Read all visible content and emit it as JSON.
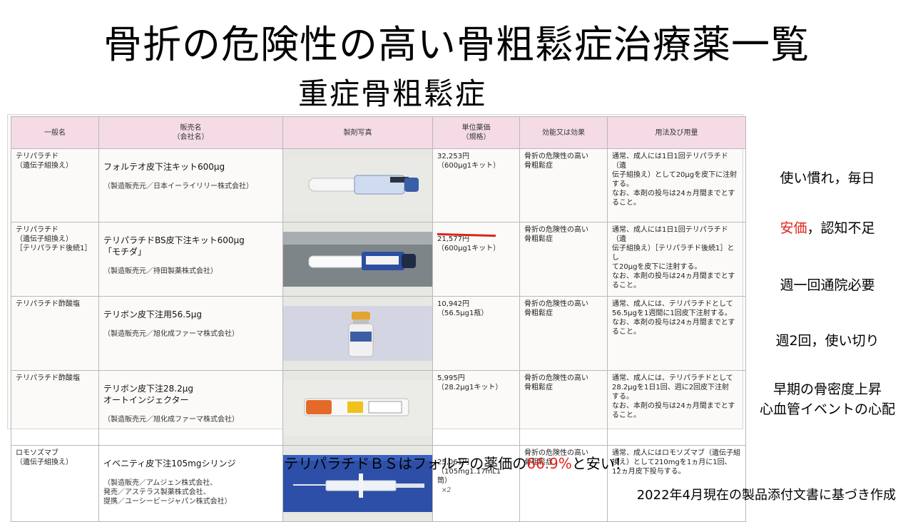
{
  "title": "骨折の危険性の高い骨粗鬆症治療薬一覧",
  "subtitle": "重症骨粗鬆症",
  "table": {
    "headers": {
      "generic": "一般名",
      "brand": "販売名\n（会社名）",
      "photo": "製剤写真",
      "price": "単位薬価\n（規格）",
      "indication": "効能又は効果",
      "dosage": "用法及び用量"
    },
    "rows": [
      {
        "generic": "テリパラチド\n（遺伝子組換え）",
        "brand": "フォルテオ皮下注キット600μg",
        "maker": "（製造販売元／日本イーライリリー株式会社）",
        "price": "32,253円\n（600μg1キット）",
        "handwritten": "",
        "indication": "骨折の危険性の高い\n骨粗鬆症",
        "dosage": "通常、成人には1日1回テリパラチド（遺\n伝子組換え）として20μgを皮下に注射\nする。\nなお、本剤の投与は24ヵ月間までとす\nること。"
      },
      {
        "generic": "テリパラチド\n（遺伝子組換え）\n［テリパラチド後続1］",
        "brand": "テリパラチドBS皮下注キット600μg\n「モチダ」",
        "maker": "（製造販売元／持田製薬株式会社）",
        "price": "21,577円\n（600μg1キット）",
        "handwritten": "",
        "indication": "骨折の危険性の高い\n骨粗鬆症",
        "dosage": "通常、成人には1日1回テリパラチド（遺\n伝子組換え）［テリパラチド後続1］とし\nて20μgを皮下に注射する。\nなお、本剤の投与は24ヵ月間までとす\nること。"
      },
      {
        "generic": "テリパラチド酢酸塩",
        "brand": "テリボン皮下注用56.5μg",
        "maker": "（製造販売元／旭化成ファーマ株式会社）",
        "price": "10,942円\n（56.5μg1瓶）",
        "handwritten": "",
        "indication": "骨折の危険性の高い\n骨粗鬆症",
        "dosage": "通常、成人には、テリパラチドとして\n56.5μgを1週間に1回皮下注射する。\nなお、本剤の投与は24ヵ月間までとす\nること。"
      },
      {
        "generic": "テリパラチド酢酸塩",
        "brand": "テリボン皮下注28.2μg\nオートインジェクター",
        "maker": "（製造販売元／旭化成ファーマ株式会社）",
        "price": "5,995円\n（28.2μg1キット）",
        "handwritten": "",
        "indication": "骨折の危険性の高い\n骨粗鬆症",
        "dosage": "通常、成人には、テリパラチドとして\n28.2μgを1日1回、週に2回皮下注射\nする。\nなお、本剤の投与は24ヵ月間までとす\nること。"
      },
      {
        "generic": "ロモソズマブ\n（遺伝子組換え）",
        "brand": "イベニティ皮下注105mgシリンジ",
        "maker": "（製造販売／アムジェン株式会社、\n発売／アステラス製薬株式会社、\n提携／ユーシービージャパン株式会社）",
        "price": "25,061円\n（105mg1.17mL1筒）",
        "handwritten": "×2",
        "indication": "骨折の危険性の高い\n骨粗鬆症",
        "dosage": "通常、成人にはロモソズマブ（遺伝子組\n換え）として210mgを1ヵ月に1回、\n12ヵ月皮下投与する。"
      }
    ]
  },
  "notes": [
    {
      "text": "使い慣れ，毎日",
      "highlight": ""
    },
    {
      "text": "，認知不足",
      "highlight": "安価"
    },
    {
      "text": "週一回通院必要",
      "highlight": ""
    },
    {
      "text": "週2回，使い切り",
      "highlight": ""
    },
    {
      "text": "早期の骨密度上昇\n心血管イベントの心配",
      "highlight": ""
    }
  ],
  "bottom_note": {
    "prefix": "テリパラチドＢＳはフォルテの薬価の",
    "highlight": "66.9%",
    "suffix": "と安い！"
  },
  "footnote": "2022年4月現在の製品添付文書に基づき作成",
  "colors": {
    "accent_red": "#e2231a",
    "header_pink": "#f4dbe6",
    "photo_blue": "#2d4fa8"
  }
}
